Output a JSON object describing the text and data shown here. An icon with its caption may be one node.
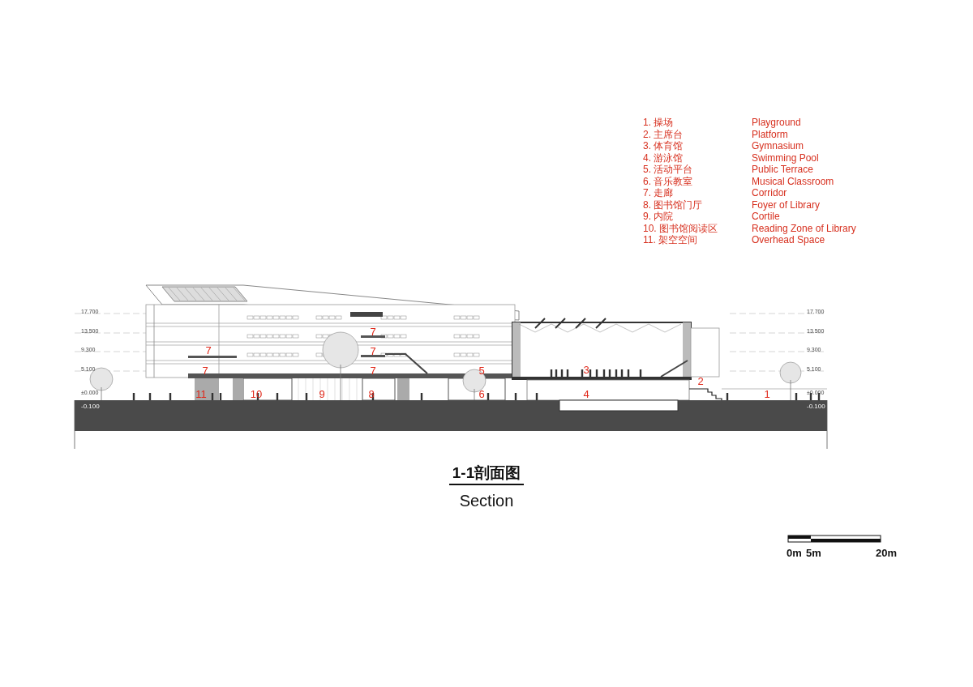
{
  "diagram": {
    "title": "1-1剖面图",
    "caption": "Section",
    "labels": [
      "1. 操场",
      "Playground",
      "2. 主席台",
      "Platform",
      "3. 体育馆",
      "Gymnasium",
      "4. 游泳馆",
      "Swimming Pool",
      "5. 活动平台",
      "Public Terrace",
      "6. 音乐教室",
      "Musical Classroom",
      "7. 走廊",
      "Corridor",
      "8. 图书馆门厅",
      "Foyer of Library",
      "9. 内院",
      "Cortile",
      "10. 图书馆阅读区",
      "Reading Zone of Library",
      "11. 架空空间",
      "Overhead Space",
      "17.700",
      "13.500",
      "9.300",
      "5.100",
      "±0.000",
      "-0.100",
      "17.700",
      "13.500",
      "9.300",
      "5.100",
      "±0.000",
      "-0.100",
      "7",
      "7",
      "7",
      "7",
      "7",
      "5",
      "3",
      "2",
      "11",
      "10",
      "9",
      "8",
      "6",
      "4",
      "1",
      "0m",
      "5m",
      "20m"
    ]
  }
}
